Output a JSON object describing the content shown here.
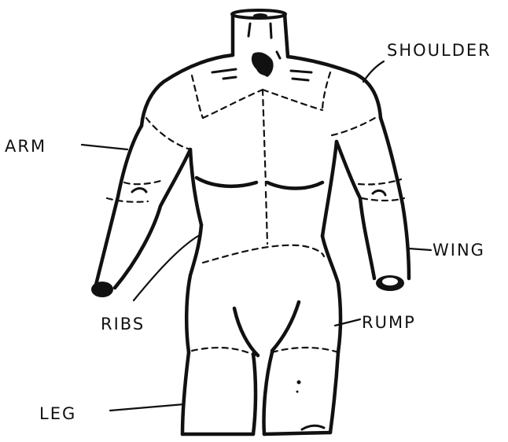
{
  "labels": {
    "shoulder": "SHOULDER",
    "arm": "ARM",
    "wing": "WING",
    "ribs": "RIBS",
    "rump": "RUMP",
    "leg": "LEG"
  }
}
